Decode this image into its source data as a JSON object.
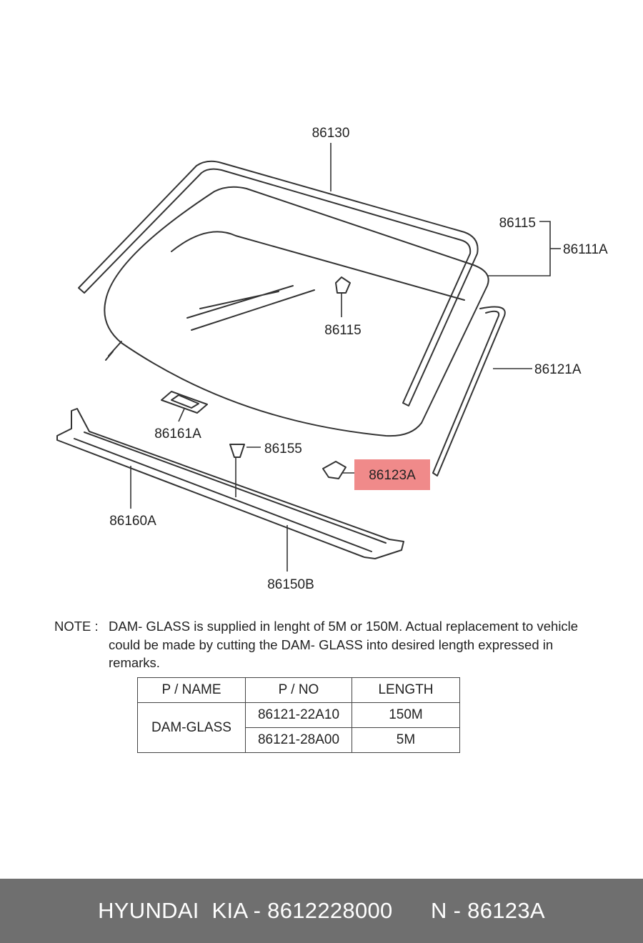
{
  "callouts": {
    "c86130": "86130",
    "c86115_top": "86115",
    "c86111A": "86111A",
    "c86115_mid": "86115",
    "c86121A": "86121A",
    "c86161A": "86161A",
    "c86155": "86155",
    "c86123A": "86123A",
    "c86160A": "86160A",
    "c86150B": "86150B"
  },
  "highlight_color": "#f08a8a",
  "note": {
    "label": "NOTE : ",
    "text": "DAM- GLASS is supplied in lenght of 5M or 150M. Actual replacement to vehicle could be made by cutting the DAM- GLASS into desired length expressed in remarks."
  },
  "table": {
    "headers": [
      "P / NAME",
      "P / NO",
      "LENGTH"
    ],
    "part_name": "DAM-GLASS",
    "rows": [
      {
        "pno": "86121-22A10",
        "length": "150M"
      },
      {
        "pno": "86121-28A00",
        "length": "5M"
      }
    ]
  },
  "footer": {
    "brand": "HYUNDAI  KIA - 8612228000",
    "code": "N - 86123A"
  }
}
